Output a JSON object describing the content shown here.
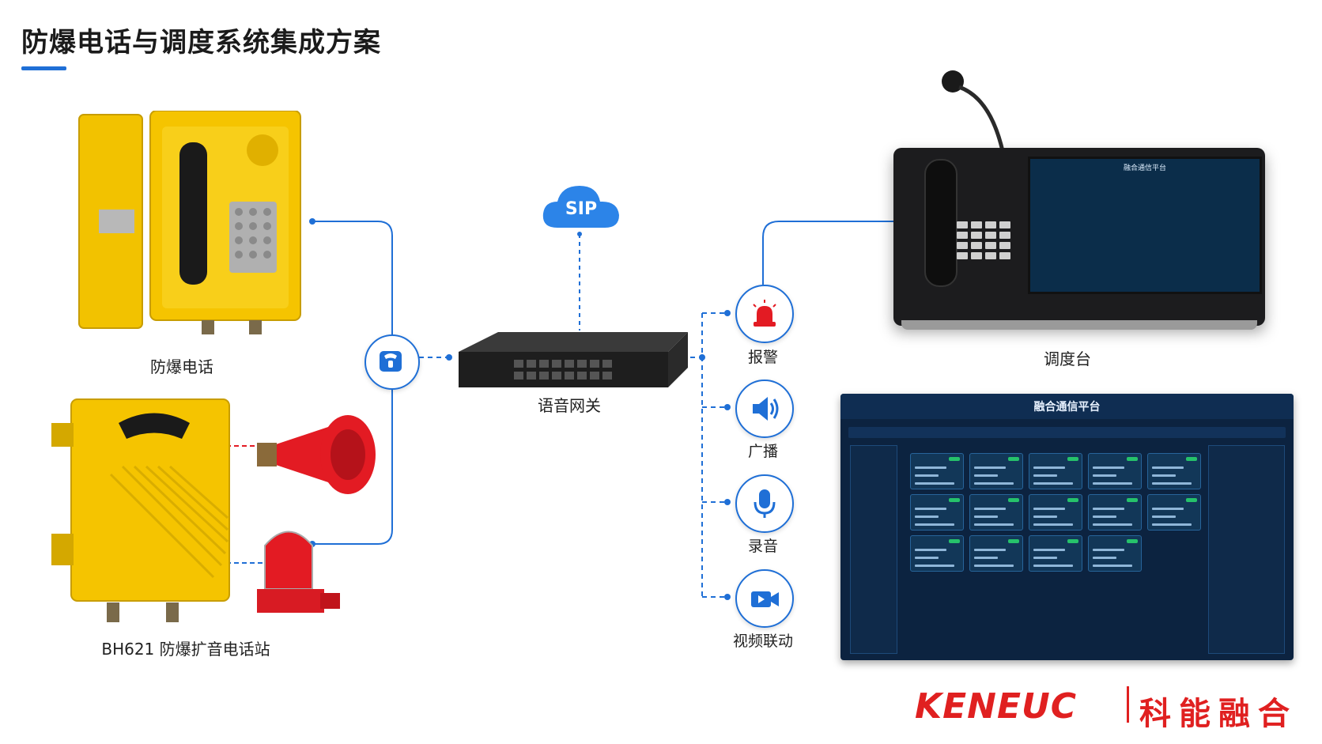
{
  "title": "防爆电话与调度系统集成方案",
  "devices": {
    "explosion_proof_phone": "防爆电话",
    "loudspeaker_station": "BH621 防爆扩音电话站",
    "voice_gateway": "语音网关",
    "dispatch_console": "调度台",
    "sip_cloud": "SIP"
  },
  "functions": [
    {
      "label": "报警",
      "icon": "alarm-light-icon"
    },
    {
      "label": "广播",
      "icon": "speaker-icon"
    },
    {
      "label": "录音",
      "icon": "microphone-icon"
    },
    {
      "label": "视频联动",
      "icon": "video-camera-icon"
    }
  ],
  "phone_icon": "telephone-icon",
  "platform": {
    "title": "融合通信平台"
  },
  "console_screen_title": "融合通信平台",
  "brand": {
    "latin": "KENEUC",
    "chinese": "科能融合"
  },
  "colors": {
    "accent_blue": "#1f6fd6",
    "brand_red": "#e02020",
    "device_yellow": "#f5c400",
    "alert_red": "#e31b23"
  }
}
